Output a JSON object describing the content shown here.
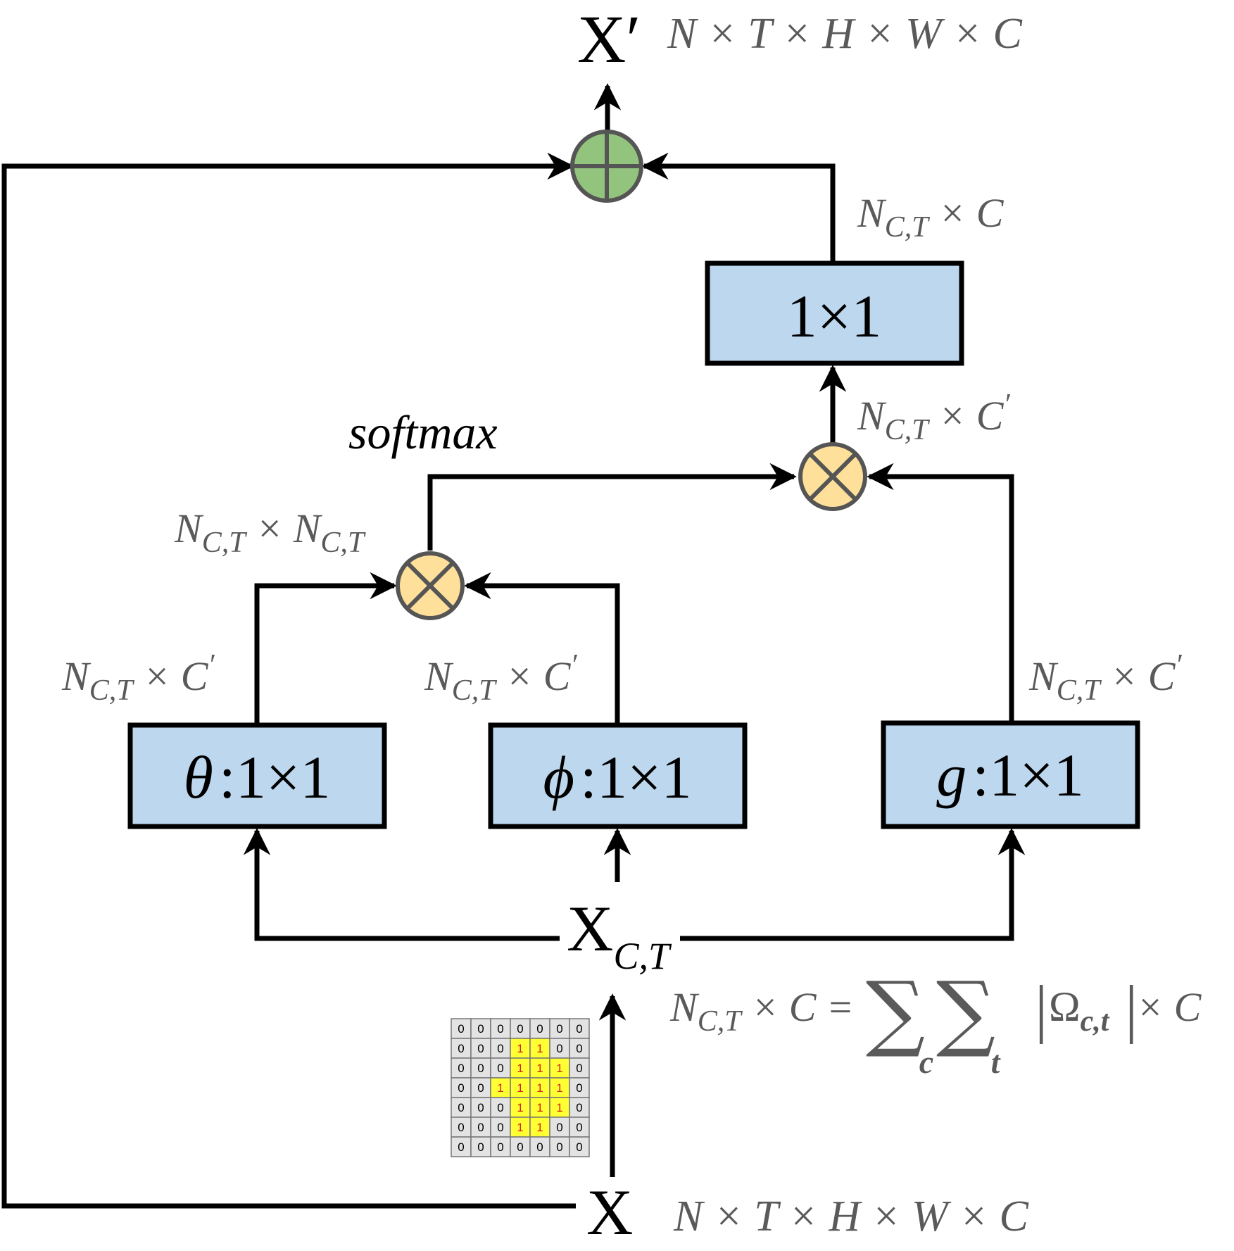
{
  "nodes": {
    "input": {
      "main": "X"
    },
    "output": {
      "main": "X′"
    },
    "xct": {
      "main": "X",
      "sub": "C,T"
    },
    "box_theta": {
      "sym": "θ",
      "text": ":1×1"
    },
    "box_phi": {
      "sym": "ϕ",
      "text": ":1×1"
    },
    "box_g": {
      "sym": "g",
      "text": ":1×1"
    },
    "box_out": {
      "text": "1×1"
    },
    "softmax": "softmax"
  },
  "dims": {
    "output": "N × T × H × W × C",
    "input": "N × T × H × W × C",
    "out_conv": {
      "main": "N",
      "sub": "C,T",
      "rest": " × C"
    },
    "agg": {
      "main": "N",
      "sub": "C,T",
      "rest": " × C",
      "sup": "′"
    },
    "attn": {
      "main1": "N",
      "sub1": "C,T",
      "mid": " × N",
      "sub2": "C,T"
    },
    "theta": {
      "main": "N",
      "sub": "C,T",
      "rest": " × C",
      "sup": "′"
    },
    "phi": {
      "main": "N",
      "sub": "C,T",
      "rest": " × C",
      "sup": "′"
    },
    "g": {
      "main": "N",
      "sub": "C,T",
      "rest": " × C",
      "sup": "′"
    }
  },
  "formula": {
    "lhs_main": "N",
    "lhs_sub": "C,T",
    "lhs_rest": " × C =",
    "sum_symbol": "∑",
    "sum1_index": "c",
    "sum2_index": "t",
    "bar": "|",
    "omega": "Ω",
    "omega_sub": "c,t",
    "tail": " × C"
  },
  "mask_grid": [
    [
      0,
      0,
      0,
      0,
      0,
      0,
      0
    ],
    [
      0,
      0,
      0,
      1,
      1,
      0,
      0
    ],
    [
      0,
      0,
      0,
      1,
      1,
      1,
      0
    ],
    [
      0,
      0,
      1,
      1,
      1,
      1,
      0
    ],
    [
      0,
      0,
      0,
      1,
      1,
      1,
      0
    ],
    [
      0,
      0,
      0,
      1,
      1,
      0,
      0
    ],
    [
      0,
      0,
      0,
      0,
      0,
      0,
      0
    ]
  ],
  "colors": {
    "box_fill": "#bdd7ee",
    "multiply_fill": "#ffe09a",
    "add_fill": "#93c47d",
    "mask_one": "#ffff33",
    "mask_zero": "#e3e3e3",
    "dim_text": "#5a5a5a"
  }
}
